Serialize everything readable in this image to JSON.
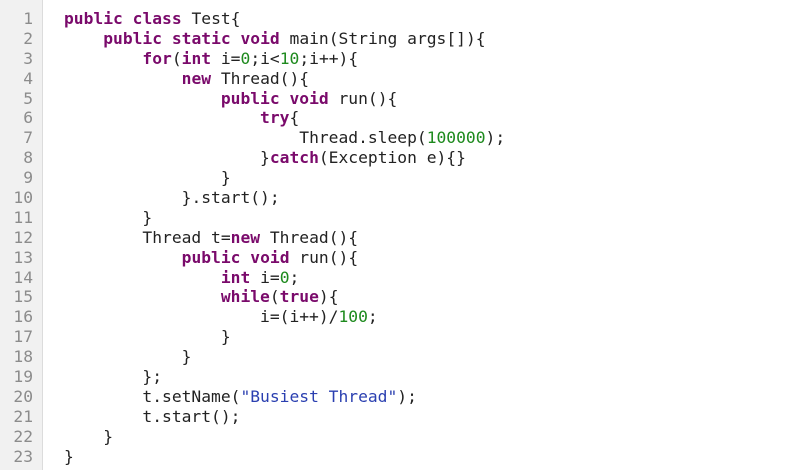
{
  "code": {
    "language": "java",
    "indent_unit": "    ",
    "lines": [
      {
        "n": "1",
        "indent": 0,
        "tokens": [
          {
            "t": "kw",
            "v": "public"
          },
          {
            "t": "pl",
            "v": " "
          },
          {
            "t": "kw",
            "v": "class"
          },
          {
            "t": "pl",
            "v": " Test{"
          }
        ]
      },
      {
        "n": "2",
        "indent": 1,
        "tokens": [
          {
            "t": "kw",
            "v": "public"
          },
          {
            "t": "pl",
            "v": " "
          },
          {
            "t": "kw",
            "v": "static"
          },
          {
            "t": "pl",
            "v": " "
          },
          {
            "t": "kw",
            "v": "void"
          },
          {
            "t": "pl",
            "v": " main(String args[]){"
          }
        ]
      },
      {
        "n": "3",
        "indent": 2,
        "tokens": [
          {
            "t": "kw",
            "v": "for"
          },
          {
            "t": "pl",
            "v": "("
          },
          {
            "t": "kw",
            "v": "int"
          },
          {
            "t": "pl",
            "v": " i="
          },
          {
            "t": "num",
            "v": "0"
          },
          {
            "t": "pl",
            "v": ";i<"
          },
          {
            "t": "num",
            "v": "10"
          },
          {
            "t": "pl",
            "v": ";i++){"
          }
        ]
      },
      {
        "n": "4",
        "indent": 3,
        "tokens": [
          {
            "t": "kw",
            "v": "new"
          },
          {
            "t": "pl",
            "v": " Thread(){"
          }
        ]
      },
      {
        "n": "5",
        "indent": 4,
        "tokens": [
          {
            "t": "kw",
            "v": "public"
          },
          {
            "t": "pl",
            "v": " "
          },
          {
            "t": "kw",
            "v": "void"
          },
          {
            "t": "pl",
            "v": " run(){"
          }
        ]
      },
      {
        "n": "6",
        "indent": 5,
        "tokens": [
          {
            "t": "kw",
            "v": "try"
          },
          {
            "t": "pl",
            "v": "{"
          }
        ]
      },
      {
        "n": "7",
        "indent": 6,
        "tokens": [
          {
            "t": "pl",
            "v": "Thread.sleep("
          },
          {
            "t": "num",
            "v": "100000"
          },
          {
            "t": "pl",
            "v": ");"
          }
        ]
      },
      {
        "n": "8",
        "indent": 5,
        "tokens": [
          {
            "t": "pl",
            "v": "}"
          },
          {
            "t": "kw",
            "v": "catch"
          },
          {
            "t": "pl",
            "v": "(Exception e){}"
          }
        ]
      },
      {
        "n": "9",
        "indent": 4,
        "tokens": [
          {
            "t": "pl",
            "v": "}"
          }
        ]
      },
      {
        "n": "10",
        "indent": 3,
        "tokens": [
          {
            "t": "pl",
            "v": "}.start();"
          }
        ]
      },
      {
        "n": "11",
        "indent": 2,
        "tokens": [
          {
            "t": "pl",
            "v": "}"
          }
        ]
      },
      {
        "n": "12",
        "indent": 2,
        "tokens": [
          {
            "t": "pl",
            "v": "Thread t="
          },
          {
            "t": "kw",
            "v": "new"
          },
          {
            "t": "pl",
            "v": " Thread(){"
          }
        ]
      },
      {
        "n": "13",
        "indent": 3,
        "tokens": [
          {
            "t": "kw",
            "v": "public"
          },
          {
            "t": "pl",
            "v": " "
          },
          {
            "t": "kw",
            "v": "void"
          },
          {
            "t": "pl",
            "v": " run(){"
          }
        ]
      },
      {
        "n": "14",
        "indent": 4,
        "tokens": [
          {
            "t": "kw",
            "v": "int"
          },
          {
            "t": "pl",
            "v": " i="
          },
          {
            "t": "num",
            "v": "0"
          },
          {
            "t": "pl",
            "v": ";"
          }
        ]
      },
      {
        "n": "15",
        "indent": 4,
        "tokens": [
          {
            "t": "kw",
            "v": "while"
          },
          {
            "t": "pl",
            "v": "("
          },
          {
            "t": "kw",
            "v": "true"
          },
          {
            "t": "pl",
            "v": "){"
          }
        ]
      },
      {
        "n": "16",
        "indent": 5,
        "tokens": [
          {
            "t": "pl",
            "v": "i=(i++)/"
          },
          {
            "t": "num",
            "v": "100"
          },
          {
            "t": "pl",
            "v": ";"
          }
        ]
      },
      {
        "n": "17",
        "indent": 4,
        "tokens": [
          {
            "t": "pl",
            "v": "}"
          }
        ]
      },
      {
        "n": "18",
        "indent": 3,
        "tokens": [
          {
            "t": "pl",
            "v": "}"
          }
        ]
      },
      {
        "n": "19",
        "indent": 2,
        "tokens": [
          {
            "t": "pl",
            "v": "};"
          }
        ]
      },
      {
        "n": "20",
        "indent": 2,
        "tokens": [
          {
            "t": "pl",
            "v": "t.setName("
          },
          {
            "t": "str",
            "v": "\"Busiest Thread\""
          },
          {
            "t": "pl",
            "v": ");"
          }
        ]
      },
      {
        "n": "21",
        "indent": 2,
        "tokens": [
          {
            "t": "pl",
            "v": "t.start();"
          }
        ]
      },
      {
        "n": "22",
        "indent": 1,
        "tokens": [
          {
            "t": "pl",
            "v": "}"
          }
        ]
      },
      {
        "n": "23",
        "indent": 0,
        "tokens": [
          {
            "t": "pl",
            "v": "}"
          }
        ]
      }
    ]
  },
  "colors": {
    "keyword": "#7a0a6b",
    "number": "#1e8a1e",
    "string": "#2a3fb0",
    "plain": "#222222",
    "line_number": "#8c8c8c",
    "gutter_bg": "#f1f1f1",
    "background": "#ffffff"
  }
}
